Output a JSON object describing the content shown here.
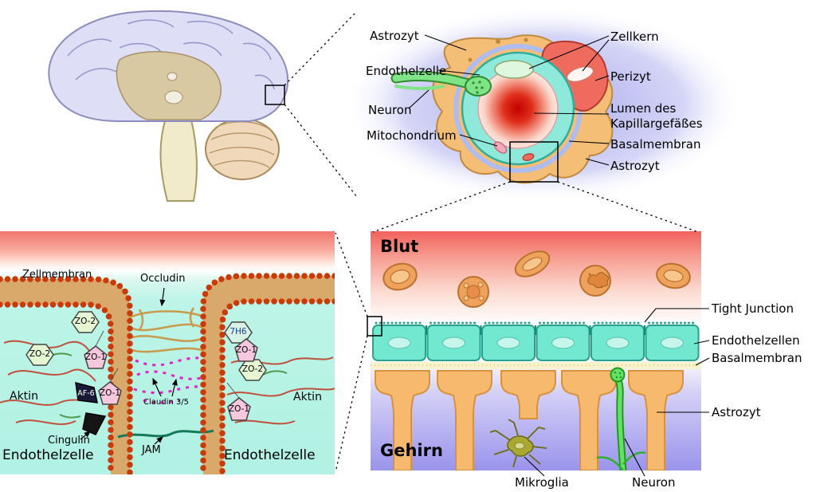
{
  "colors": {
    "lumen_red": "#c40000",
    "endothel_teal": "#72e8d0",
    "astrozyt_orange": "#f6b96e",
    "perizyt_red": "#ee6b5e",
    "neuron_green": "#66e066",
    "background_blue": "#bfbff1",
    "membrane_red": "#c93a08",
    "zo1_pink": "#f6c8de",
    "zo2_green": "#e4f6d2",
    "claudin_magenta": "#e81ec8"
  },
  "capillary_panel": {
    "astrozyt_top": "Astrozyt",
    "endothelzelle": "Endothelzelle",
    "neuron": "Neuron",
    "mitochondrium": "Mitochondrium",
    "zellkern": "Zellkern",
    "perizyt": "Perizyt",
    "lumen_line1": "Lumen des",
    "lumen_line2": "Kapillargefäßes",
    "basalmembran": "Basalmembran",
    "astrozyt_bottom": "Astrozyt"
  },
  "junction_panel": {
    "zellmembran": "Zellmembran",
    "occludin": "Occludin",
    "zo2_top": "ZO-2",
    "zo2_left": "ZO-2",
    "zo1_left": "ZO-1",
    "h7h6": "7H6",
    "zo1_right_upper": "ZO-1",
    "zo2_right": "ZO-2",
    "aktin_left": "Aktin",
    "af6": "AF-6",
    "zo1_center": "ZO-1",
    "claudin": "Claudin 3/5",
    "zo1_right_lower": "ZO-1",
    "aktin_right": "Aktin",
    "cingulin": "Cingulin",
    "jam": "JAM",
    "endothelzelle_left": "Endothelzelle",
    "endothelzelle_right": "Endothelzelle"
  },
  "barrier_panel": {
    "blut": "Blut",
    "gehirn": "Gehirn",
    "tight_junction": "Tight Junction",
    "endothelzellen": "Endothelzellen",
    "basalmembran": "Basalmembran",
    "astrozyt": "Astrozyt",
    "mikroglia": "Mikroglia",
    "neuron": "Neuron"
  }
}
